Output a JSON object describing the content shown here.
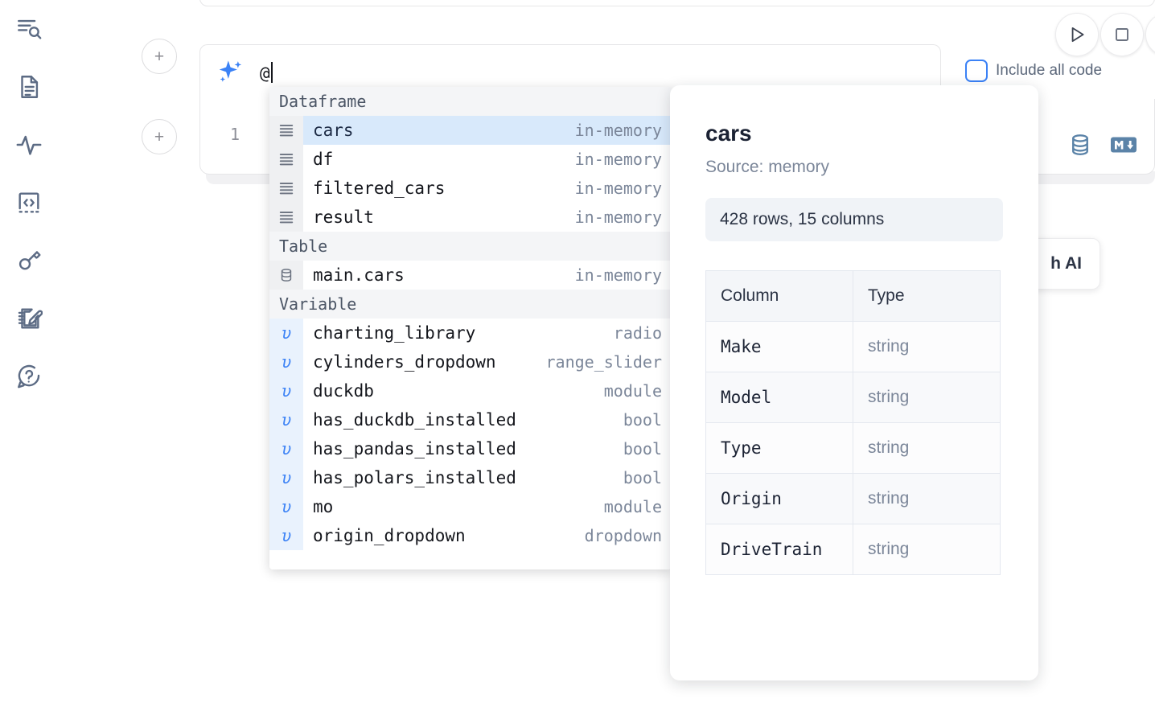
{
  "rail": {
    "items": [
      {
        "icon": "file-search-icon",
        "name": "sidebar-item-explorer"
      },
      {
        "icon": "document-icon",
        "name": "sidebar-item-notebook"
      },
      {
        "icon": "activity-icon",
        "name": "sidebar-item-activity"
      },
      {
        "icon": "code-snippet-icon",
        "name": "sidebar-item-snippets"
      },
      {
        "icon": "key-icon",
        "name": "sidebar-item-secrets"
      },
      {
        "icon": "scratchpad-icon",
        "name": "sidebar-item-scratchpad"
      },
      {
        "icon": "help-icon",
        "name": "sidebar-item-help"
      }
    ]
  },
  "toolbar": {
    "add_cell_label": "+",
    "run_label": "run-cell",
    "stop_label": "stop-cell",
    "include_all_code_label": "Include all code",
    "include_all_code_checked": false
  },
  "prompt": {
    "value": "@",
    "icon": "ai-sparkle-icon"
  },
  "cell": {
    "line_number": "1",
    "icons": [
      "database-icon",
      "markdown-icon"
    ]
  },
  "ai_chip": {
    "label": "h AI"
  },
  "autocomplete": {
    "sections": [
      {
        "title": "Dataframe",
        "gutter_kind": "dataframe",
        "items": [
          {
            "icon": "dataframe-icon",
            "name": "cars",
            "type": "in-memory",
            "selected": true
          },
          {
            "icon": "dataframe-icon",
            "name": "df",
            "type": "in-memory",
            "selected": false
          },
          {
            "icon": "dataframe-icon",
            "name": "filtered_cars",
            "type": "in-memory",
            "selected": false
          },
          {
            "icon": "dataframe-icon",
            "name": "result",
            "type": "in-memory",
            "selected": false
          }
        ]
      },
      {
        "title": "Table",
        "gutter_kind": "table",
        "items": [
          {
            "icon": "table-icon",
            "name": "main.cars",
            "type": "in-memory",
            "selected": false
          }
        ]
      },
      {
        "title": "Variable",
        "gutter_kind": "variable",
        "items": [
          {
            "icon": "variable-icon",
            "name": "charting_library",
            "type": "radio",
            "selected": false
          },
          {
            "icon": "variable-icon",
            "name": "cylinders_dropdown",
            "type": "range_slider",
            "selected": false
          },
          {
            "icon": "variable-icon",
            "name": "duckdb",
            "type": "module",
            "selected": false
          },
          {
            "icon": "variable-icon",
            "name": "has_duckdb_installed",
            "type": "bool",
            "selected": false
          },
          {
            "icon": "variable-icon",
            "name": "has_pandas_installed",
            "type": "bool",
            "selected": false
          },
          {
            "icon": "variable-icon",
            "name": "has_polars_installed",
            "type": "bool",
            "selected": false
          },
          {
            "icon": "variable-icon",
            "name": "mo",
            "type": "module",
            "selected": false
          },
          {
            "icon": "variable-icon",
            "name": "origin_dropdown",
            "type": "dropdown",
            "selected": false
          }
        ]
      }
    ]
  },
  "documentation": {
    "title": "cars",
    "source": "Source: memory",
    "shape": "428 rows, 15 columns",
    "table": {
      "headers": [
        "Column",
        "Type"
      ],
      "rows": [
        {
          "column": "Make",
          "type": "string"
        },
        {
          "column": "Model",
          "type": "string"
        },
        {
          "column": "Type",
          "type": "string"
        },
        {
          "column": "Origin",
          "type": "string"
        },
        {
          "column": "DriveTrain",
          "type": "string"
        }
      ]
    }
  },
  "colors": {
    "accent": "#3b82f6",
    "selection": "#d8e9fb",
    "section_header_bg": "#f4f5f7",
    "icon_gray": "#5c6b84",
    "muted_text": "#7b8699",
    "cell_icon": "#5b83a8"
  }
}
